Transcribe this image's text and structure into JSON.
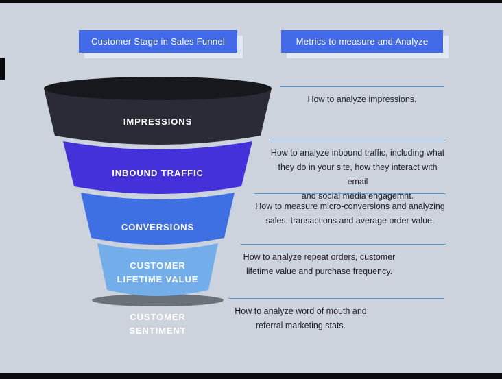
{
  "colors": {
    "background": "#cdd3dd",
    "header_background": "#4169e8",
    "header_shadow": "#dfe8f5",
    "divider_line": "#4f96d2",
    "metric_text": "#20202a",
    "frame": "#0b0b0d"
  },
  "headers": {
    "left": "Customer Stage in Sales Funnel",
    "right": "Metrics to measure and Analyze"
  },
  "funnel": {
    "rim_color": "#17171e",
    "shadow_color": "#5f666e",
    "stages": [
      {
        "label": "IMPRESSIONS",
        "color": "#2b2b37"
      },
      {
        "label": "INBOUND TRAFFIC",
        "color": "#4531da"
      },
      {
        "label": "CONVERSIONS",
        "color": "#3e70e3"
      },
      {
        "label": "CUSTOMER\nLIFETIME VALUE",
        "color": "#73aeeb"
      },
      {
        "label": "CUSTOMER\nSENTIMENT",
        "color": "none"
      }
    ]
  },
  "metrics": [
    "How to analyze impressions.",
    "How to analyze inbound traffic, including what\nthey do in your site, how they interact with email\nand social media engagemnt.",
    "How to measure micro-conversions and analyzing\nsales, transactions and average order value.",
    "How to analyze repeat orders, customer\nlifetime value and purchase frequency.",
    "How to analyze word of mouth and\nreferral marketing stats."
  ]
}
